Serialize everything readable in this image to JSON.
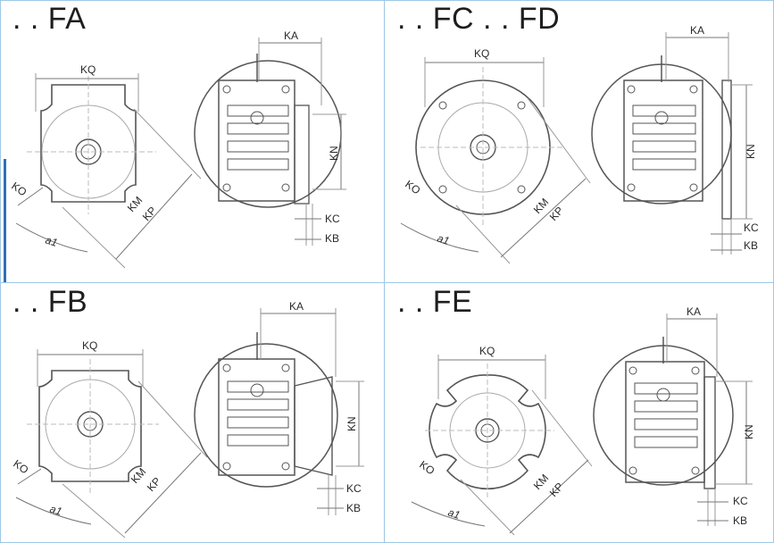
{
  "panels": [
    {
      "id": "fa",
      "title": ". . FA",
      "labels": {
        "kq": "KQ",
        "ka": "KA",
        "kn": "KN",
        "kc": "KC",
        "kb": "KB",
        "ko": "KO",
        "km": "KM",
        "kp": "KP",
        "a1": "a1"
      }
    },
    {
      "id": "fcfd",
      "title": ". . FC . . FD",
      "labels": {
        "kq": "KQ",
        "ka": "KA",
        "kn": "KN",
        "kc": "KC",
        "kb": "KB",
        "ko": "KO",
        "km": "KM",
        "kp": "KP",
        "a1": "a1"
      }
    },
    {
      "id": "fb",
      "title": ". . FB",
      "labels": {
        "kq": "KQ",
        "ka": "KA",
        "kn": "KN",
        "kc": "KC",
        "kb": "KB",
        "ko": "KO",
        "km": "KM",
        "kp": "KP",
        "a1": "a1"
      }
    },
    {
      "id": "fe",
      "title": ". . FE",
      "labels": {
        "kq": "KQ",
        "ka": "KA",
        "kn": "KN",
        "kc": "KC",
        "kb": "KB",
        "ko": "KO",
        "km": "KM",
        "kp": "KP",
        "a1": "a1"
      }
    }
  ],
  "colors": {
    "border": "#9ec8e6",
    "accent": "#2e6fb3",
    "line": "#555555",
    "text": "#1e1e1e"
  }
}
